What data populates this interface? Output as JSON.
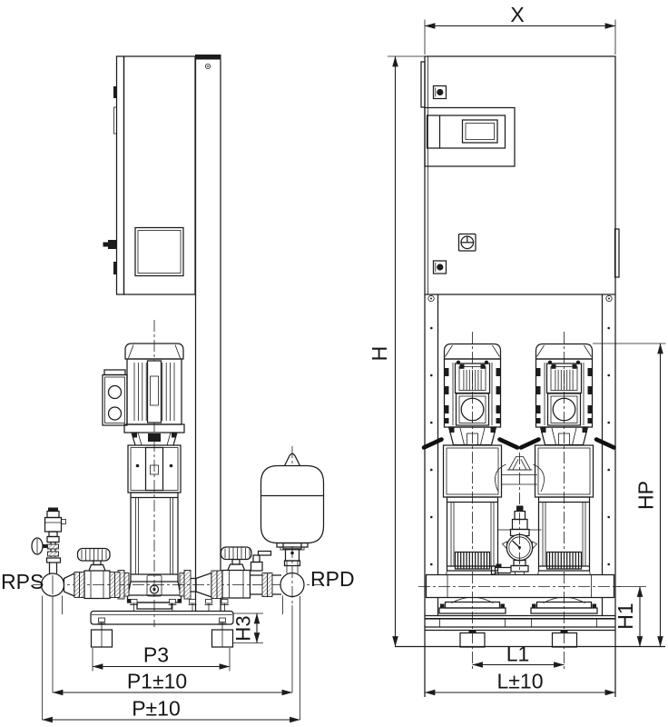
{
  "drawing": {
    "title": "booster-set-dimensional-drawing",
    "labels": {
      "rps": "RPS",
      "rpd": "RPD"
    },
    "dimensions": {
      "x": "X",
      "h": "H",
      "hp": "HP",
      "h1": "H1",
      "h3": "H3",
      "l1": "L1",
      "l_tol": "L±10",
      "p3": "P3",
      "p1_tol": "P1±10",
      "p_tol": "P±10"
    }
  },
  "colors": {
    "line": "#1c1c1c",
    "background": "#ffffff"
  }
}
